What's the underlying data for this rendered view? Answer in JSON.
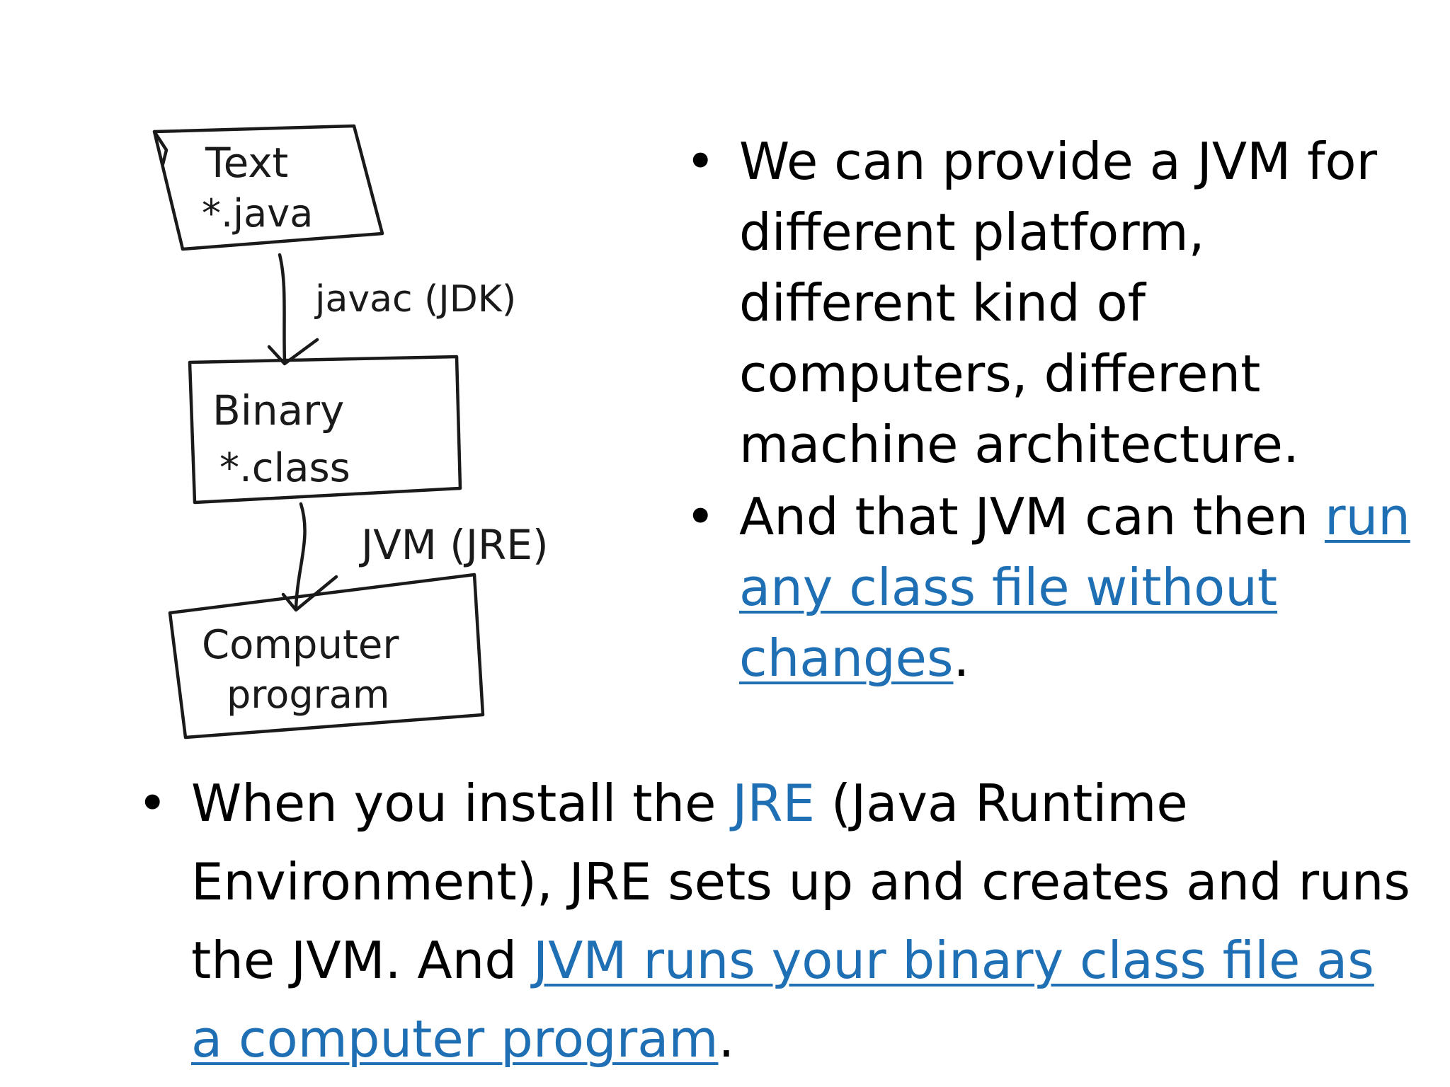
{
  "diagram": {
    "node_source": {
      "line1": "Text",
      "line2": "*.java"
    },
    "edge_compile": {
      "label": "javac (JDK)"
    },
    "node_binary": {
      "line1": "Binary",
      "line2": "*.class"
    },
    "edge_run": {
      "label": "JVM (JRE)"
    },
    "node_program": {
      "line1": "Computer",
      "line2": "program"
    }
  },
  "bullets_right": [
    {
      "bullet": "•",
      "text": "We can provide a JVM for different platform, different kind of computers, different machine architecture."
    },
    {
      "bullet": "•",
      "text_before": "And that JVM can then ",
      "link": "run any class file without changes",
      "text_after": "."
    }
  ],
  "bullets_bottom": [
    {
      "bullet": "•",
      "text_before": "When you install the ",
      "highlight": "JRE",
      "text_middle": " (Java Runtime Environment), JRE sets up and creates and runs the JVM. And ",
      "link": "JVM runs your binary class file as a computer program",
      "text_after": "."
    }
  ],
  "colors": {
    "text": "#000000",
    "link": "#1f6fb5",
    "sketch_ink": "#1a1a1a"
  }
}
